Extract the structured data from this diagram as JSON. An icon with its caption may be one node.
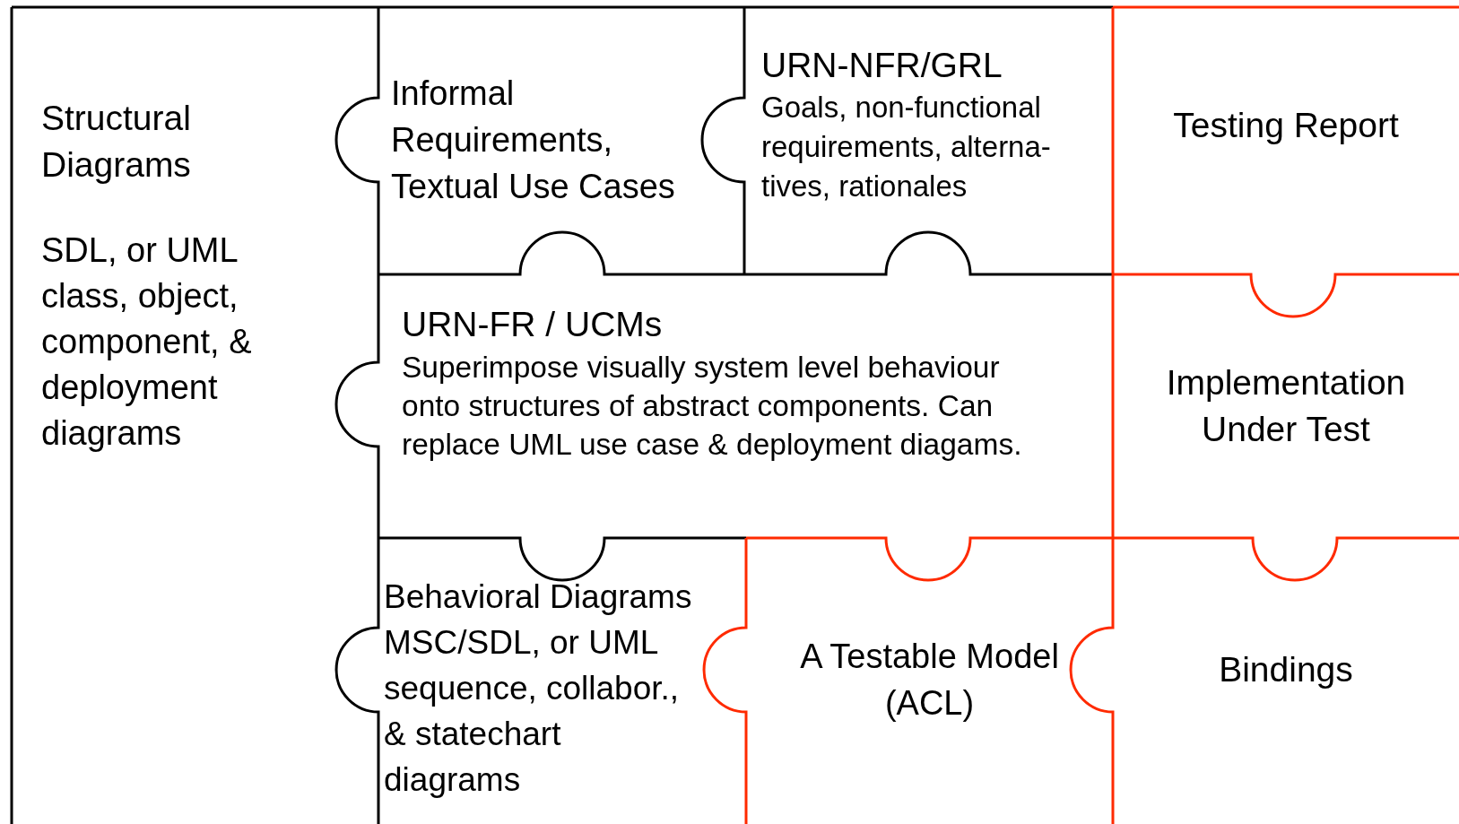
{
  "diagram": {
    "nodes": [
      {
        "text": [
          "Structural Diagrams",
          "SDL, or UML class, object, component, & deployment diagrams"
        ]
      },
      {
        "text": [
          "Informal Requirements, Textual Use Cases"
        ]
      },
      {
        "text": [
          "URN-NFR/GRL",
          "Goals, non-functional requirements, alterna- tives, rationales"
        ]
      },
      {
        "text": [
          "Testing Report"
        ]
      },
      {
        "text": [
          "URN-FR / UCMs",
          "Superimpose visually system level behaviour onto structures of abstract components. Can replace UML use case & deployment diagams."
        ]
      },
      {
        "text": [
          "Implementation Under Test"
        ]
      },
      {
        "text": [
          "Behavioral Diagrams",
          "MSC/SDL, or UML sequence, collabor., & statechart diagrams"
        ]
      },
      {
        "text": [
          "A Testable Model (ACL)"
        ]
      },
      {
        "text": [
          "Bindings"
        ]
      }
    ]
  }
}
